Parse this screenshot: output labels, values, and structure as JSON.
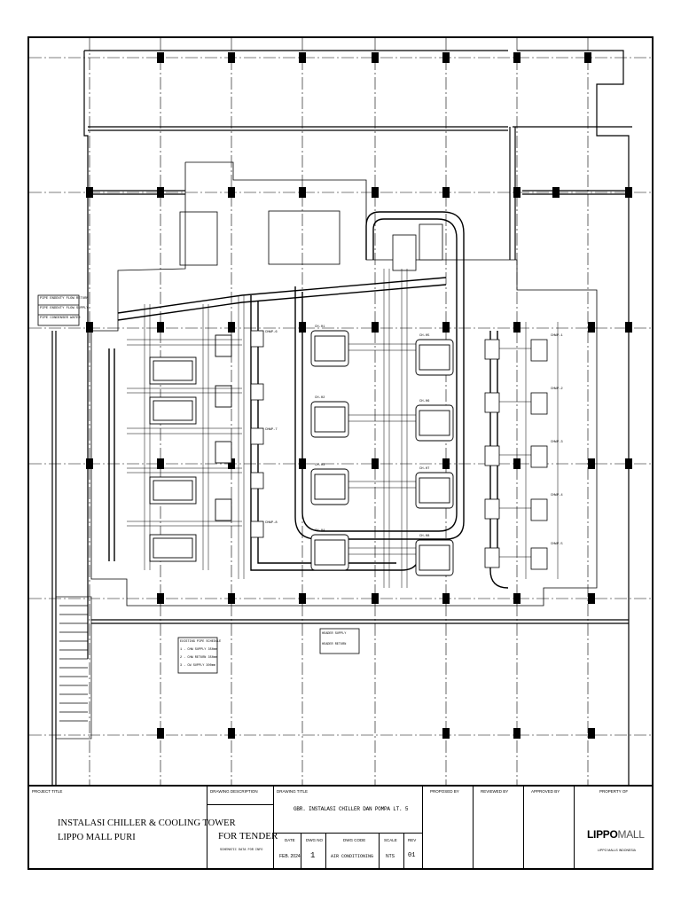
{
  "drawing": {
    "project_title_label": "PROJECT TITLE",
    "project_title_line1": "INSTALASI CHILLER & COOLING TOWER",
    "project_title_line2": "LIPPO MALL PURI",
    "drawing_description_label": "DRAWING DESCRIPTION",
    "drawing_description": "FOR TENDER",
    "drawing_description_sub": "SCHEMATIC DATA FOR INFO",
    "drawing_title_label": "DRAWING TITLE",
    "drawing_title": "GBR. INSTALASI CHILLER DAN POMPA LT. 5",
    "date_label": "DATE",
    "date": "FEB. 2024",
    "dwg_no_label": "DWG NO",
    "dwg_no": "1",
    "dwg_code_label": "DWG CODE",
    "dwg_code": "AIR CONDITIONING",
    "scale_label": "SCALE",
    "scale": "NTS",
    "rev_label": "REV",
    "rev": "01",
    "proposed_by_label": "PROPOSED BY",
    "reviewed_by_label": "REVIEWED BY",
    "approved_by_label": "APPROVED BY",
    "property_of_label": "PROPERTY OF",
    "logo_text_bold": "LIPPO",
    "logo_text_light": "MALL",
    "logo_sub": "LIPPO MALLS INDONESIA"
  },
  "plan": {
    "legend_lines": [
      "PIPE ENDDUTY FLOW RETURN",
      "PIPE ENDDUTY FLOW SUPPLY",
      "PIPE CONDENSER WATER"
    ],
    "chiller_tags": [
      "CH-01",
      "CH-02",
      "CH-03",
      "CH-04",
      "CH-05",
      "CH-06",
      "CH-07",
      "CH-08"
    ],
    "pump_tags": [
      "CHWP-1",
      "CHWP-2",
      "CHWP-3",
      "CHWP-4",
      "CHWP-5",
      "CHWP-6",
      "CHWP-7",
      "CHWP-8"
    ],
    "note_box_lines": [
      "EXISTING PIPE SCHEDULE",
      "1 - CHW SUPPLY 350mm",
      "2 - CHW RETURN 350mm",
      "3 - CW SUPPLY 300mm"
    ],
    "note_box2_lines": [
      "HEADER SUPPLY",
      "HEADER RETURN"
    ]
  }
}
